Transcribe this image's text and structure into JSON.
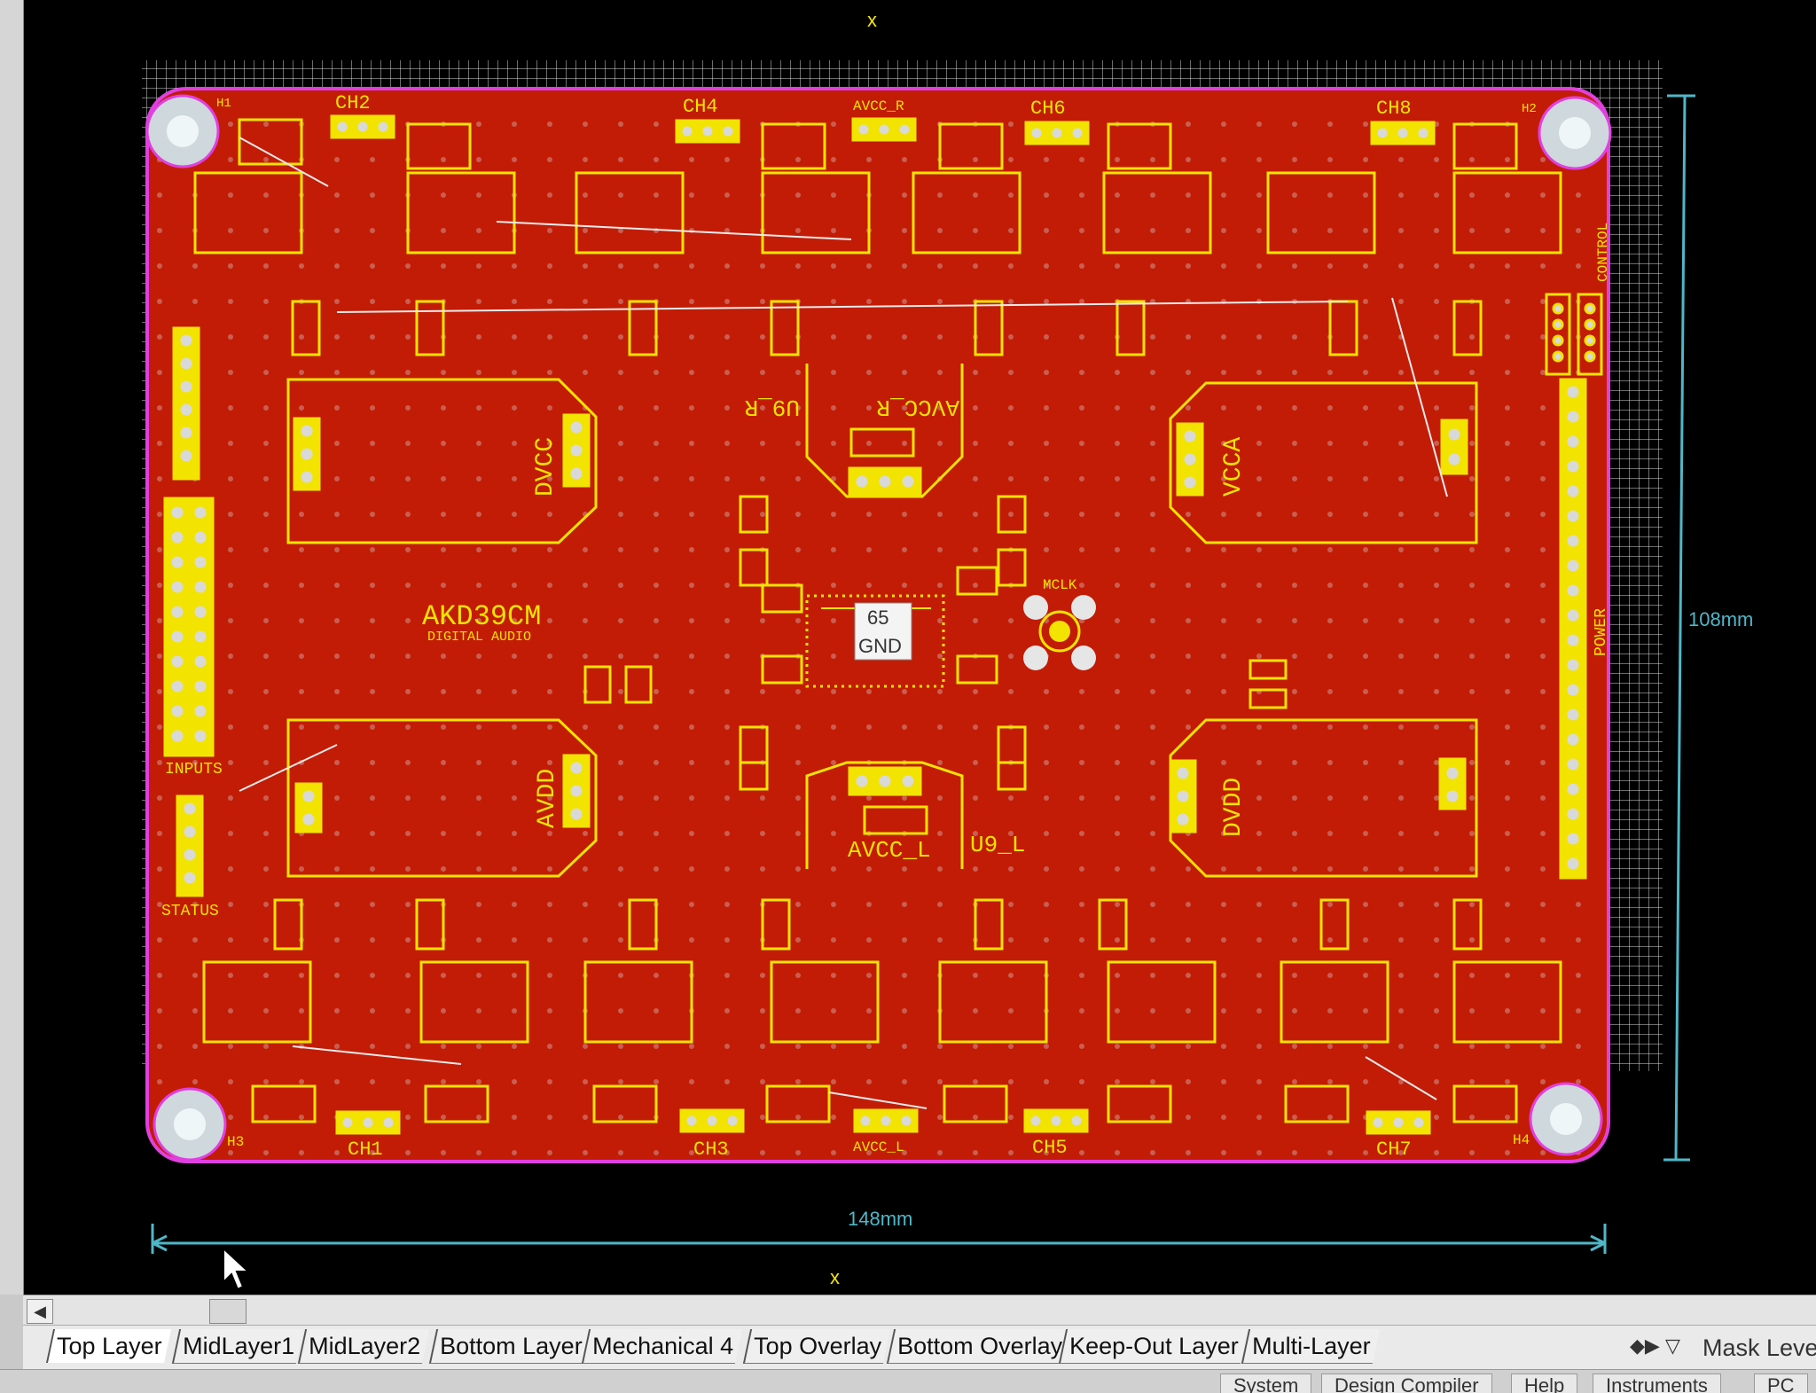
{
  "board": {
    "title": "AKD39CM",
    "subtitle": "DIGITAL AUDIO",
    "net_label_number": "65",
    "net_label_name": "GND",
    "dim_width": "148mm",
    "dim_height": "108mm",
    "axis_marker_top": "x",
    "axis_marker_bottom": "x",
    "channels_top": [
      "CH2",
      "CH4",
      "AVCC_R",
      "CH6",
      "CH8"
    ],
    "channels_bottom": [
      "CH1",
      "CH3",
      "AVCC_L",
      "CH5",
      "CH7"
    ],
    "regulators": {
      "dvcc": "DVCC",
      "vcca": "VCCA",
      "avdd": "AVDD",
      "dvdd": "DVDD",
      "avcc_r": "AVCC_R",
      "avcc_l": "AVCC_L",
      "u9r": "U9_R",
      "u9l": "U9_L"
    },
    "connector_labels": {
      "inputs": "INPUTS",
      "status": "STATUS",
      "power": "POWER",
      "control": "CONTROL",
      "mclk": "MCLK"
    },
    "mounting_holes": [
      "H1",
      "H2",
      "H3",
      "H4"
    ]
  },
  "scrollbar": {
    "left_arrow": "◀"
  },
  "layers": {
    "tabs": [
      "Top Layer",
      "MidLayer1",
      "MidLayer2",
      "Bottom Layer",
      "Mechanical 4",
      "Top Overlay",
      "Bottom Overlay",
      "Keep-Out Layer",
      "Multi-Layer"
    ],
    "active": "Top Layer",
    "mask_label": "Mask Leve"
  },
  "statusbar": {
    "buttons": [
      "System",
      "Design Compiler",
      "Help",
      "Instruments",
      "PC"
    ]
  },
  "colors": {
    "board": "#c21c06",
    "silkscreen": "#f2e400",
    "outline": "#e040e0",
    "dimension": "#4fb7c8",
    "grid": "#ffffff",
    "pads": "#d9d9d9"
  }
}
